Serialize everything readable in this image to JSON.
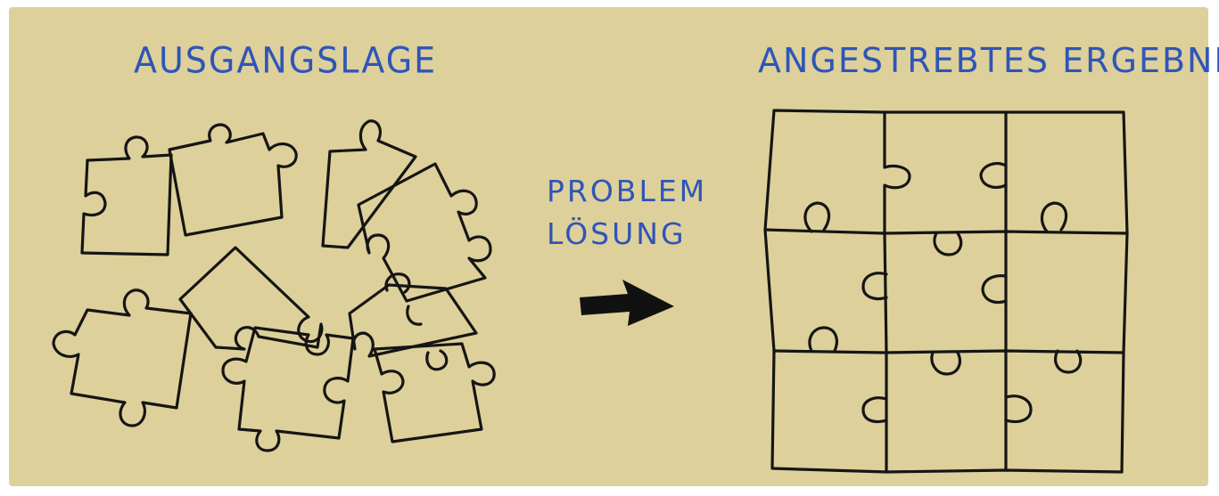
{
  "colors": {
    "background": "#ddd09a",
    "outline": "#151515",
    "text": "#2f55b8",
    "arrow": "#111111"
  },
  "left_panel": {
    "title": "AUSGANGSLAGE",
    "pieces": 9
  },
  "middle": {
    "line1": "PROBLEM",
    "line2": "LÖSUNG",
    "arrow_icon": "right-arrow-icon"
  },
  "right_panel": {
    "title": "ANGESTREBTES ERGEBNIS",
    "grid_rows": 3,
    "grid_cols": 3
  }
}
